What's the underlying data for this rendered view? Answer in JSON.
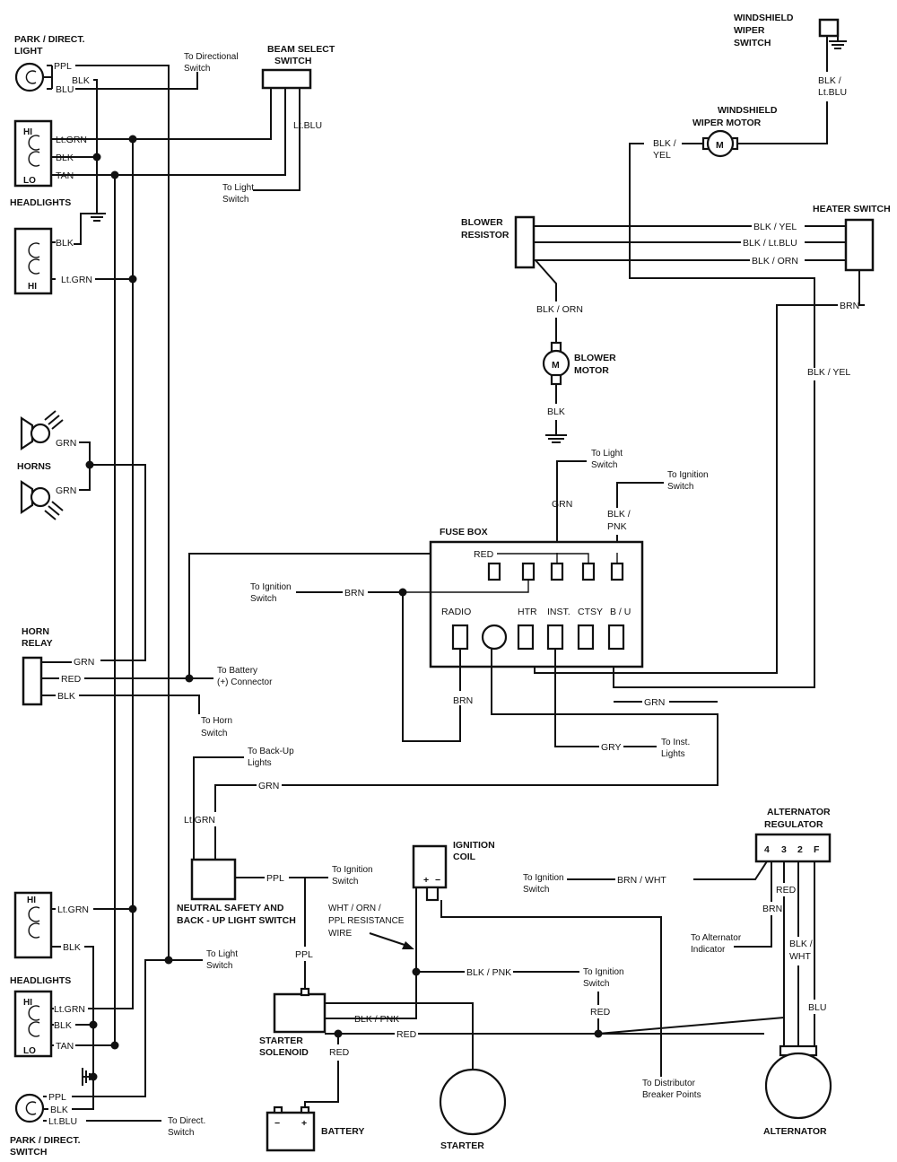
{
  "components": {
    "park_direct_light": "PARK / DIRECT.",
    "park_direct_light_2": "LIGHT",
    "beam_select": "BEAM SELECT",
    "beam_select_2": "SWITCH",
    "headlights_top": "HEADLIGHTS",
    "horns": "HORNS",
    "horn_relay": "HORN",
    "horn_relay_2": "RELAY",
    "wiper_switch": "WINDSHIELD",
    "wiper_switch_2": "WIPER",
    "wiper_switch_3": "SWITCH",
    "wiper_motor": "WINDSHIELD",
    "wiper_motor_2": "WIPER MOTOR",
    "heater_switch": "HEATER SWITCH",
    "blower_resistor": "BLOWER",
    "blower_resistor_2": "RESISTOR",
    "blower_motor": "BLOWER",
    "blower_motor_2": "MOTOR",
    "fuse_box": "FUSE BOX",
    "neutral_safety": "NEUTRAL SAFETY AND",
    "neutral_safety_2": "BACK - UP LIGHT SWITCH",
    "ignition_coil": "IGNITION",
    "ignition_coil_2": "COIL",
    "alt_regulator": "ALTERNATOR",
    "alt_regulator_2": "REGULATOR",
    "headlights_bottom": "HEADLIGHTS",
    "starter_solenoid": "STARTER",
    "starter_solenoid_2": "SOLENOID",
    "battery": "BATTERY",
    "starter": "STARTER",
    "alternator": "ALTERNATOR",
    "park_direct_switch": "PARK / DIRECT.",
    "park_direct_switch_2": "SWITCH"
  },
  "fuses": {
    "radio": "RADIO",
    "htr": "HTR",
    "inst": "INST.",
    "ctsy": "CTSY",
    "bu": "B / U"
  },
  "pins": {
    "hi": "HI",
    "lo": "LO",
    "motor": "M",
    "plus": "+",
    "minus": "−",
    "reg": [
      "4",
      "3",
      "2",
      "F"
    ]
  },
  "wires": {
    "ppl": "PPL",
    "blk": "BLK",
    "blu": "BLU",
    "ltgrn": "Lt.GRN",
    "tan": "TAN",
    "ltblu": "Lt.BLU",
    "ltgrn2": "Lt.GRN",
    "grn": "GRN",
    "red": "RED",
    "blk_ltblu_1": "BLK /",
    "blk_ltblu_2": "Lt.BLU",
    "blk_yel_1": "BLK /",
    "blk_yel_2": "YEL",
    "blk_yel": "BLK / YEL",
    "blk_ltblu": "BLK / Lt.BLU",
    "blk_orn": "BLK / ORN",
    "brn": "BRN",
    "blk_pnk_1": "BLK /",
    "blk_pnk_2": "PNK",
    "gry": "GRY",
    "brn_wht": "BRN / WHT",
    "blk_wht_1": "BLK /",
    "blk_wht_2": "WHT",
    "blk_pnk": "BLK / PNK",
    "wht_orn": "WHT / ORN /",
    "ppl_res": "PPL RESISTANCE",
    "wire": "WIRE"
  },
  "notes": {
    "to_directional": "To Directional",
    "to_directional_2": "Switch",
    "to_light": "To Light",
    "to_light_2": "Switch",
    "to_ignition": "To Ignition",
    "to_ignition_2": "Switch",
    "to_battery": "To Battery",
    "to_battery_2": "(+) Connector",
    "to_horn": "To Horn",
    "to_horn_2": "Switch",
    "to_backup": "To Back-Up",
    "to_backup_2": "Lights",
    "to_inst": "To Inst.",
    "to_inst_2": "Lights",
    "to_alt_ind": "To Alternator",
    "to_alt_ind_2": "Indicator",
    "to_distributor": "To Distributor",
    "to_distributor_2": "Breaker Points",
    "to_direct": "To Direct.",
    "to_direct_2": "Switch"
  }
}
